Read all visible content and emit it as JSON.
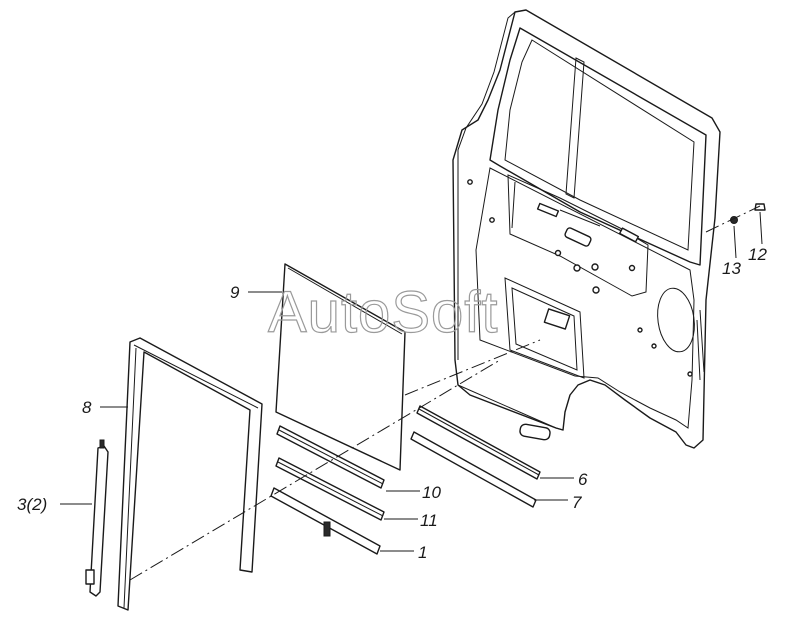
{
  "watermark": "AutoSoft",
  "callouts": [
    {
      "id": "9",
      "text": "9"
    },
    {
      "id": "8",
      "text": "8"
    },
    {
      "id": "3",
      "text": "3(2)"
    },
    {
      "id": "10",
      "text": "10"
    },
    {
      "id": "11",
      "text": "11"
    },
    {
      "id": "1",
      "text": "1"
    },
    {
      "id": "6",
      "text": "6"
    },
    {
      "id": "7",
      "text": "7"
    },
    {
      "id": "13",
      "text": "13"
    },
    {
      "id": "12",
      "text": "12"
    }
  ]
}
